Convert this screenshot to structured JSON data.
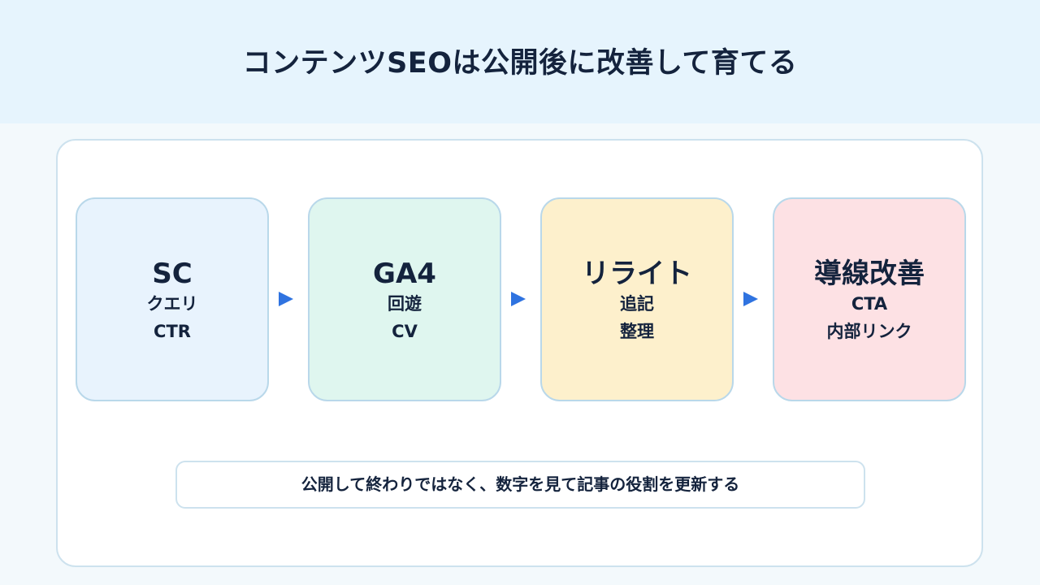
{
  "title": "コンテンツSEOは公開後に改善して育てる",
  "steps": [
    {
      "title": "SC",
      "line1": "クエリ",
      "line2": "CTR",
      "bg": "#e8f3fd"
    },
    {
      "title": "GA4",
      "line1": "回遊",
      "line2": "CV",
      "bg": "#dff6ef"
    },
    {
      "title": "リライト",
      "line1": "追記",
      "line2": "整理",
      "bg": "#fdf0cc"
    },
    {
      "title": "導線改善",
      "line1": "CTA",
      "line2": "内部リンク",
      "bg": "#fde1e4"
    }
  ],
  "arrow_color": "#2f73e0",
  "footer_note": "公開して終わりではなく、数字を見て記事の役割を更新する"
}
